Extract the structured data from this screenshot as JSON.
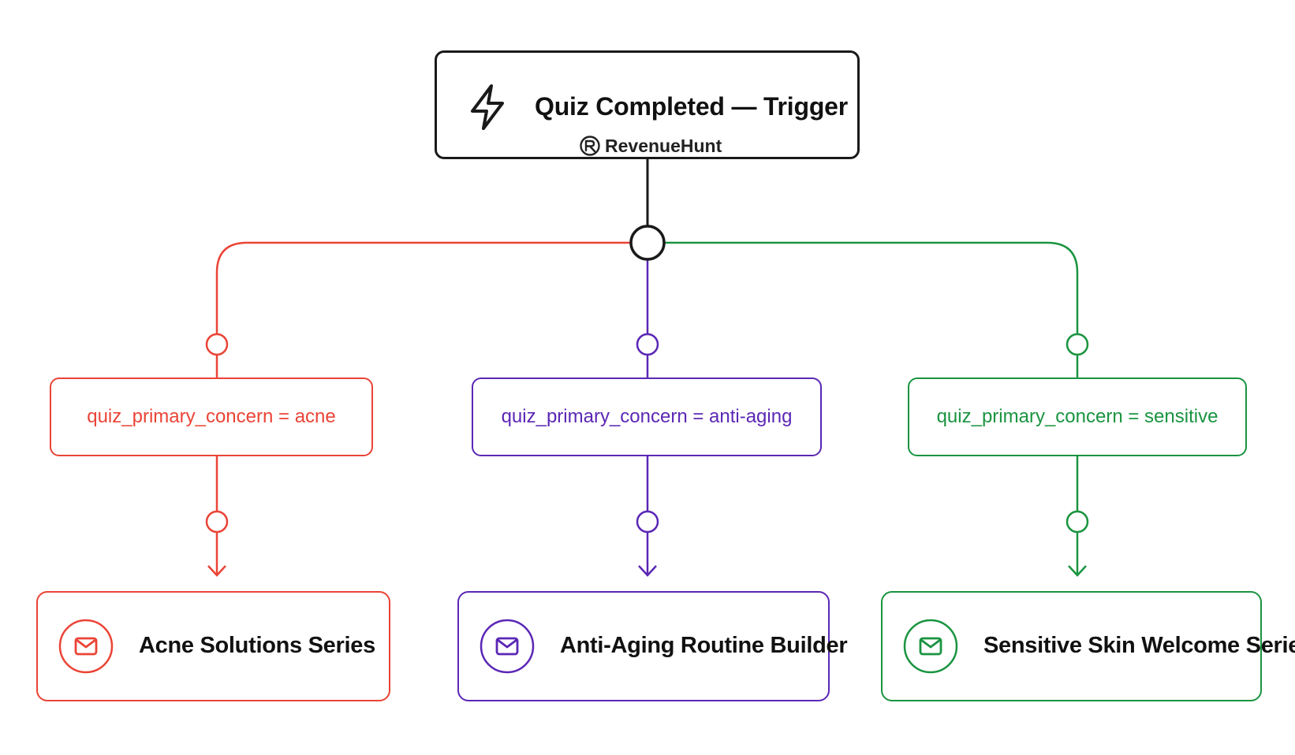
{
  "trigger": {
    "title": "Quiz Completed — Trigger",
    "brand": "RevenueHunt",
    "icon": "lightning-bolt-icon"
  },
  "branches": [
    {
      "id": "acne",
      "color": "#ea4436",
      "condition": "quiz_primary_concern = acne",
      "series": "Acne Solutions Series",
      "icon": "envelope-icon"
    },
    {
      "id": "aging",
      "color": "#5b27b5",
      "condition": "quiz_primary_concern = anti-aging",
      "series": "Anti-Aging Routine Builder",
      "icon": "envelope-icon"
    },
    {
      "id": "sensitive",
      "color": "#1a9440",
      "condition": "quiz_primary_concern = sensitive",
      "series": "Sensitive Skin Welcome Series",
      "icon": "envelope-icon"
    }
  ]
}
